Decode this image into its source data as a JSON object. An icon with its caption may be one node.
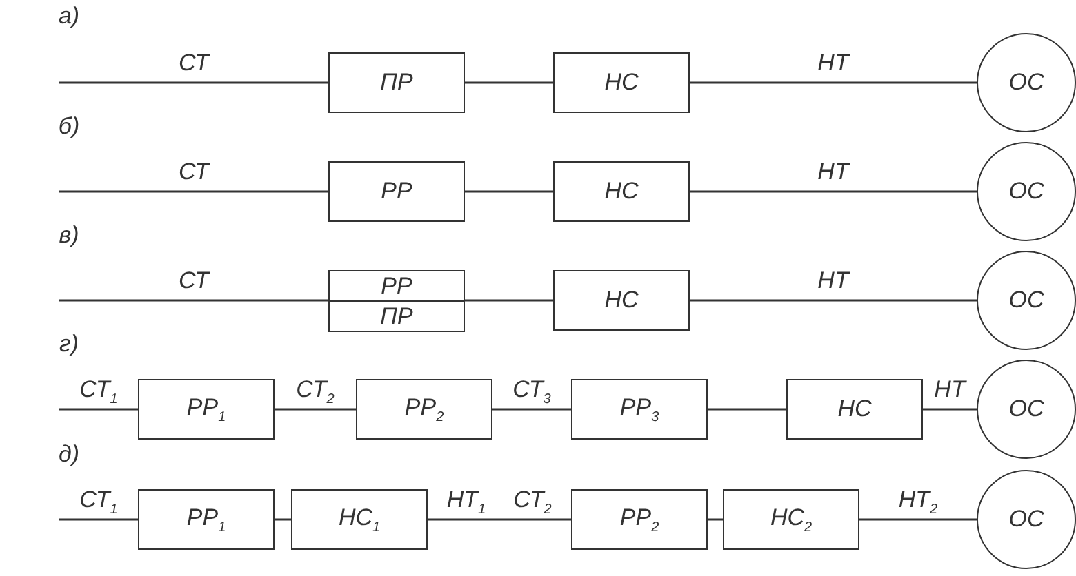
{
  "diagram": {
    "nodes": [
      {
        "text": [
          "ПР"
        ]
      },
      {
        "text": [
          "НС"
        ]
      },
      {
        "text": [
          "ОС"
        ]
      },
      {
        "text": [
          "РР"
        ]
      },
      {
        "text": [
          "НС"
        ]
      },
      {
        "text": [
          "ОС"
        ]
      },
      {
        "text": [
          "РР"
        ]
      },
      {
        "text": [
          "ПР"
        ]
      },
      {
        "text": [
          "НС"
        ]
      },
      {
        "text": [
          "ОС"
        ]
      },
      {
        "text": [
          "РР$_{1}$"
        ]
      },
      {
        "text": [
          "РР$_{2}$"
        ]
      },
      {
        "text": [
          "РР$_{3}$"
        ]
      },
      {
        "text": [
          "НС"
        ]
      },
      {
        "text": [
          "ОС"
        ]
      },
      {
        "text": [
          "РР$_{1}$"
        ]
      },
      {
        "text": [
          "НС$_{1}$"
        ]
      },
      {
        "text": [
          "РР$_{2}$"
        ]
      },
      {
        "text": [
          "НС$_{2}$"
        ]
      },
      {
        "text": [
          "ОС"
        ]
      }
    ],
    "edges": [
      {
        "from": null,
        "to": 0,
        "arrow": "none",
        "label": "СТ"
      },
      {
        "from": 0,
        "to": 1,
        "arrow": "none"
      },
      {
        "from": 1,
        "to": 2,
        "arrow": "none",
        "label": "НТ"
      },
      {
        "from": null,
        "to": 3,
        "arrow": "none",
        "label": "СТ"
      },
      {
        "from": 3,
        "to": 4,
        "arrow": "none"
      },
      {
        "from": 4,
        "to": 5,
        "arrow": "none",
        "label": "НТ"
      },
      {
        "from": null,
        "to": 6,
        "arrow": "none",
        "label": "СТ"
      },
      {
        "from": 6,
        "to": 8,
        "arrow": "none"
      },
      {
        "from": 8,
        "to": 9,
        "arrow": "none",
        "label": "НТ"
      },
      {
        "from": null,
        "to": 10,
        "arrow": "none",
        "label": "СТ$_{1}$"
      },
      {
        "from": 10,
        "to": 11,
        "arrow": "none",
        "label": "СТ$_{2}$"
      },
      {
        "from": 11,
        "to": 12,
        "arrow": "none",
        "label": "СТ$_{3}$"
      },
      {
        "from": 12,
        "to": 13,
        "arrow": "none"
      },
      {
        "from": 13,
        "to": 14,
        "arrow": "none",
        "label": "НТ"
      },
      {
        "from": null,
        "to": 15,
        "arrow": "none",
        "label": "СТ$_{1}$"
      },
      {
        "from": 15,
        "to": 16,
        "arrow": "none"
      },
      {
        "from": 16,
        "to": 17,
        "arrow": "none",
        "label": "НТ$_{1}$"
      },
      {
        "from": 17,
        "to": 18,
        "arrow": "none"
      },
      {
        "from": 18,
        "to": 19,
        "arrow": "none",
        "label": "НТ$_{2}$"
      }
    ],
    "labels": [
      "а)",
      "б)",
      "в)",
      "г)",
      "д)",
      "СТ$_{2}$"
    ]
  }
}
